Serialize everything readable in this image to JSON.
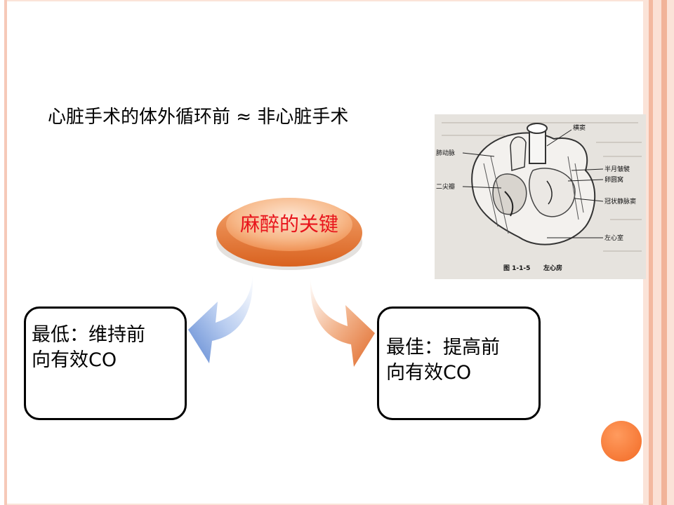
{
  "slide": {
    "heading": "心脏手术的体外循环前 ≈ 非心脏手术",
    "center_label": "麻醉的关键",
    "left_box": {
      "line1": "最低：维持前",
      "line2": "向有效CO"
    },
    "right_box": {
      "line1": "最佳：提高前",
      "line2": "向有效CO"
    }
  },
  "figure": {
    "labels": [
      "横窦",
      "肺动脉",
      "二尖瓣",
      "半月皱襞",
      "卵圆窝",
      "冠状静脉窦",
      "左心室"
    ],
    "caption_number": "图 1-1-5",
    "caption_title": "左心房"
  },
  "colors": {
    "accent_orange": "#f26a25",
    "center_text": "#e8141b",
    "left_arrow": "#6f95d8",
    "right_arrow": "#e8814b"
  }
}
